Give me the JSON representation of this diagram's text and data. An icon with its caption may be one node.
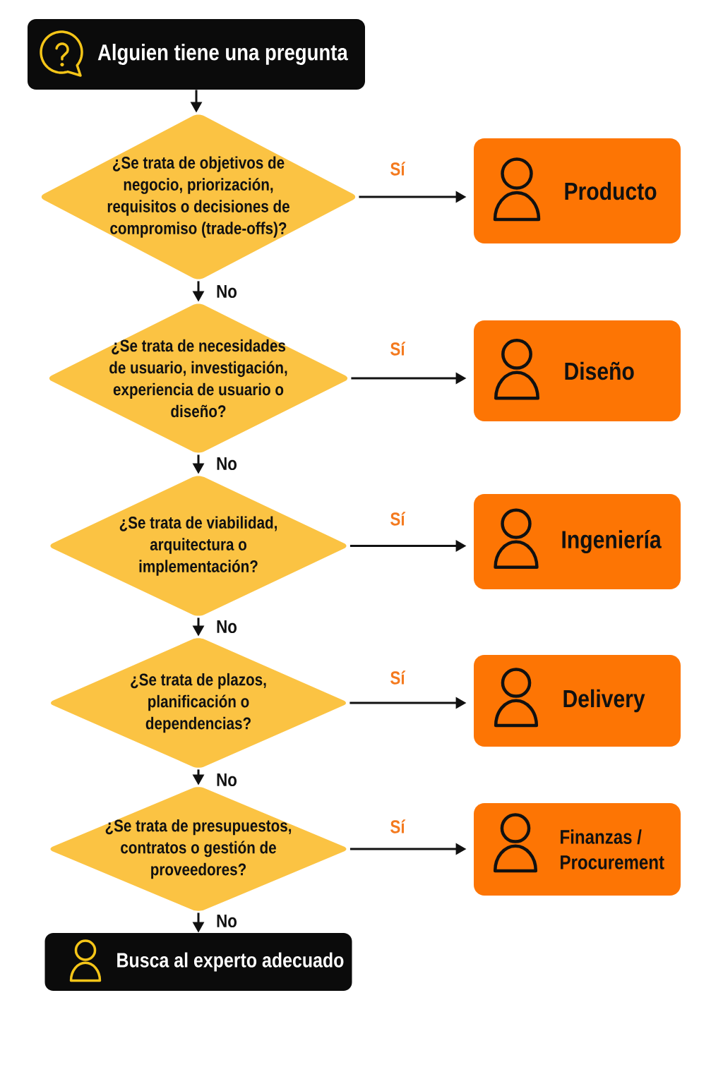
{
  "diagram": {
    "nodes": [
      {
        "text": [
          "Alguien tiene una pregunta"
        ]
      },
      {
        "text": [
          "¿Se trata de objetivos de negocio, priorización, requisitos o decisiones de compromiso (trade-offs)?"
        ]
      },
      {
        "text": [
          "Producto"
        ]
      },
      {
        "text": [
          "¿Se trata de necesidades de usuario, investigación, experiencia de usuario o diseño?"
        ]
      },
      {
        "text": [
          "Diseño"
        ]
      },
      {
        "text": [
          "¿Se trata de viabilidad, arquitectura o implementación?"
        ]
      },
      {
        "text": [
          "Ingeniería"
        ]
      },
      {
        "text": [
          "¿Se trata de plazos, planificación o dependencias?"
        ]
      },
      {
        "text": [
          "Delivery"
        ]
      },
      {
        "text": [
          "¿Se trata de presupuestos, contratos o gestión de proveedores?"
        ]
      },
      {
        "text": [
          "Finanzas / Procurement"
        ]
      },
      {
        "text": [
          "Busca al experto adecuado"
        ]
      }
    ],
    "edges": [
      {
        "from": 0,
        "to": 1,
        "arrow": "to"
      },
      {
        "from": 1,
        "to": 2,
        "arrow": "to",
        "label": "Sí"
      },
      {
        "from": 1,
        "to": 3,
        "arrow": "to",
        "label": "No"
      },
      {
        "from": 3,
        "to": 4,
        "arrow": "to",
        "label": "Sí"
      },
      {
        "from": 3,
        "to": 5,
        "arrow": "to",
        "label": "No"
      },
      {
        "from": 5,
        "to": 6,
        "arrow": "to",
        "label": "Sí"
      },
      {
        "from": 5,
        "to": 7,
        "arrow": "to",
        "label": "No"
      },
      {
        "from": 7,
        "to": 8,
        "arrow": "to",
        "label": "Sí"
      },
      {
        "from": 7,
        "to": 9,
        "arrow": "to",
        "label": "No"
      },
      {
        "from": 9,
        "to": 10,
        "arrow": "to",
        "label": "Sí"
      },
      {
        "from": 9,
        "to": 11,
        "arrow": "to",
        "label": "No"
      }
    ]
  }
}
